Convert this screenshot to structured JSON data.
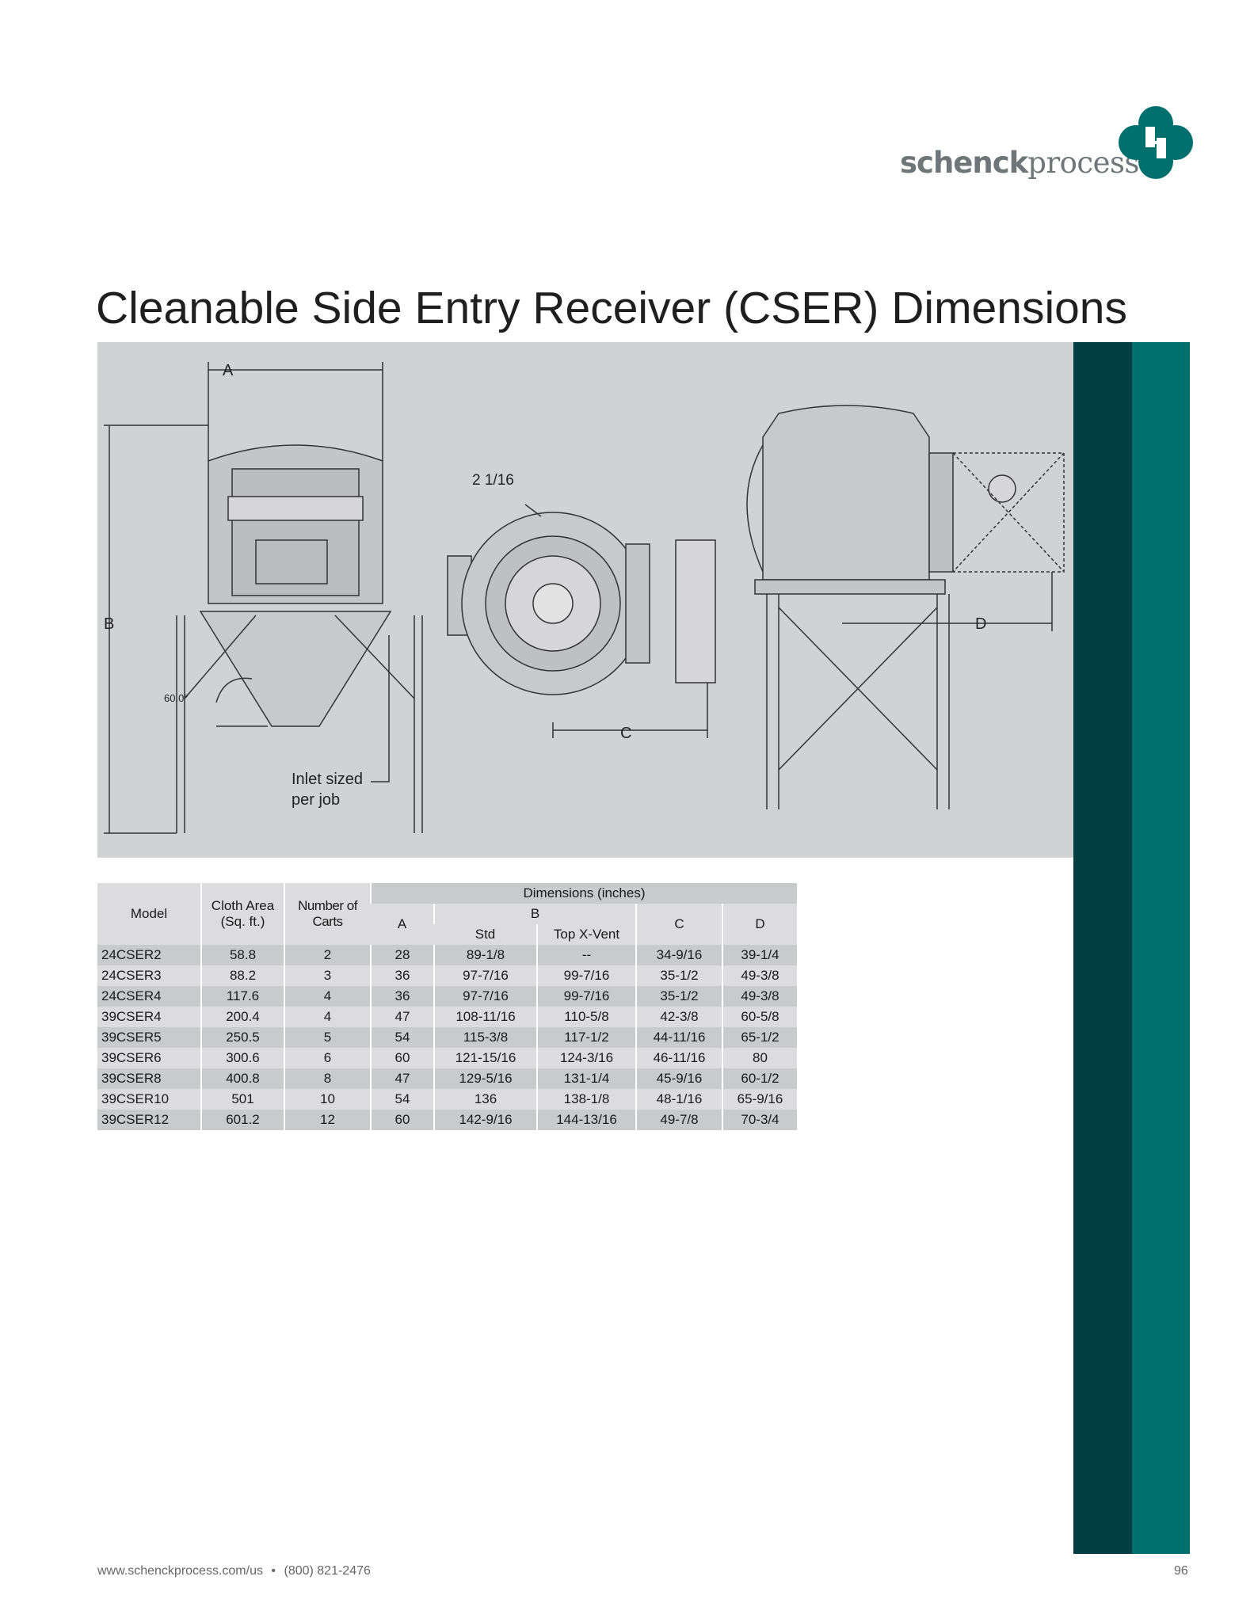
{
  "brand": {
    "logo_text_bold": "schenck",
    "logo_text_light": "process",
    "color": "#00706e"
  },
  "title": "Cleanable Side Entry Receiver (CSER) Dimensions",
  "drawing": {
    "label_a": "A",
    "label_b": "B",
    "label_c": "C",
    "label_d": "D",
    "label_flange": "2 1/16",
    "label_angle": "60.0°",
    "inlet_note_line1": "Inlet sized",
    "inlet_note_line2": "per job"
  },
  "colors": {
    "panel": "#d1d2d4",
    "bar_dark": "#003e43",
    "bar_teal": "#00706e"
  },
  "table": {
    "headers": {
      "model": "Model",
      "cloth_area": "Cloth Area (Sq. ft.)",
      "carts": "Number of Carts",
      "dimensions": "Dimensions (inches)",
      "a": "A",
      "b": "B",
      "b_std": "Std",
      "b_vent": "Top X-Vent",
      "c": "C",
      "d": "D"
    },
    "rows": [
      [
        "24CSER2",
        "58.8",
        "2",
        "28",
        "89-1/8",
        "--",
        "34-9/16",
        "39-1/4"
      ],
      [
        "24CSER3",
        "88.2",
        "3",
        "36",
        "97-7/16",
        "99-7/16",
        "35-1/2",
        "49-3/8"
      ],
      [
        "24CSER4",
        "117.6",
        "4",
        "36",
        "97-7/16",
        "99-7/16",
        "35-1/2",
        "49-3/8"
      ],
      [
        "39CSER4",
        "200.4",
        "4",
        "47",
        "108-11/16",
        "110-5/8",
        "42-3/8",
        "60-5/8"
      ],
      [
        "39CSER5",
        "250.5",
        "5",
        "54",
        "115-3/8",
        "117-1/2",
        "44-11/16",
        "65-1/2"
      ],
      [
        "39CSER6",
        "300.6",
        "6",
        "60",
        "121-15/16",
        "124-3/16",
        "46-11/16",
        "80"
      ],
      [
        "39CSER8",
        "400.8",
        "8",
        "47",
        "129-5/16",
        "131-1/4",
        "45-9/16",
        "60-1/2"
      ],
      [
        "39CSER10",
        "501",
        "10",
        "54",
        "136",
        "138-1/8",
        "48-1/16",
        "65-9/16"
      ],
      [
        "39CSER12",
        "601.2",
        "12",
        "60",
        "142-9/16",
        "144-13/16",
        "49-7/8",
        "70-3/4"
      ]
    ]
  },
  "footer": {
    "website": "www.schenckprocess.com/us",
    "separator": "•",
    "phone": "(800) 821-2476",
    "page": "96"
  }
}
